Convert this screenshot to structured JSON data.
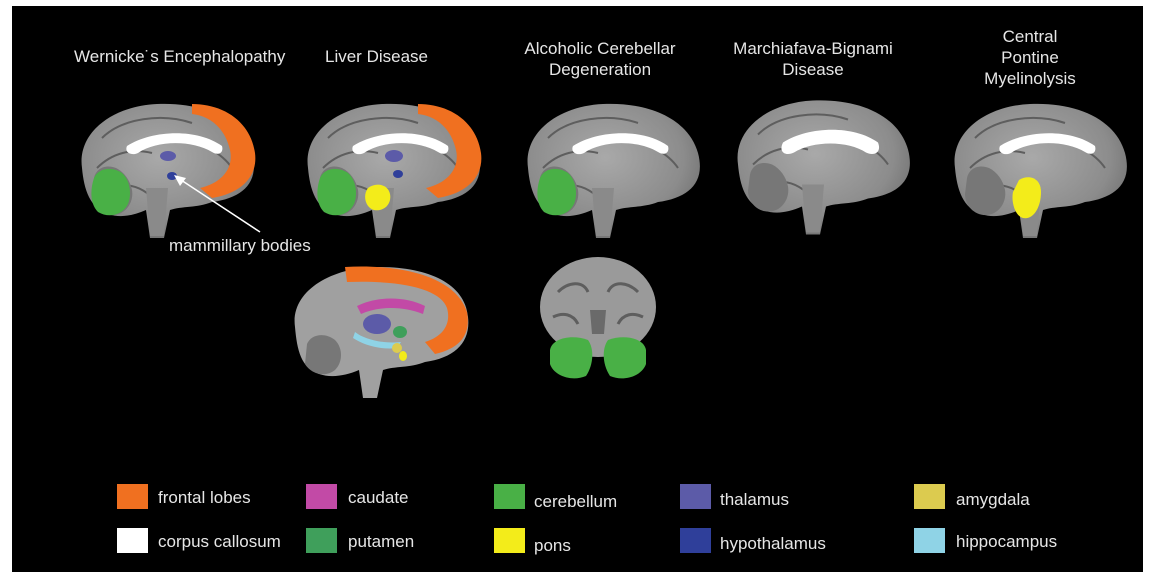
{
  "titles": {
    "we": "Wernicke˙s Encephalopathy",
    "ld": "Liver Disease",
    "acd": [
      "Alcoholic Cerebellar",
      "Degeneration"
    ],
    "mbd": [
      "Marchiafava-Bignami",
      "Disease"
    ],
    "cpm": [
      "Central",
      "Pontine",
      "Myelinolysis"
    ]
  },
  "annotation": "mammillary bodies",
  "colors": {
    "frontal_lobes": "#f07020",
    "corpus_callosum": "#ffffff",
    "caudate": "#c24aa6",
    "putamen": "#3f9f5b",
    "cerebellum": "#49b046",
    "pons": "#f3ec1a",
    "thalamus": "#5c5ba8",
    "hypothalamus": "#2f3f9a",
    "amygdala": "#dccb4f",
    "hippocampus": "#8fd3e6"
  },
  "legend": [
    {
      "label": "frontal lobes",
      "color": "#f07020"
    },
    {
      "label": "corpus callosum",
      "color": "#ffffff"
    },
    {
      "label": "caudate",
      "color": "#c24aa6"
    },
    {
      "label": "putamen",
      "color": "#3f9f5b"
    },
    {
      "label": "cerebellum",
      "color": "#49b046"
    },
    {
      "label": "pons",
      "color": "#f3ec1a"
    },
    {
      "label": "thalamus",
      "color": "#5c5ba8"
    },
    {
      "label": "hypothalamus",
      "color": "#2f3f9a"
    },
    {
      "label": "amygdala",
      "color": "#dccb4f"
    },
    {
      "label": "hippocampus",
      "color": "#8fd3e6"
    }
  ]
}
